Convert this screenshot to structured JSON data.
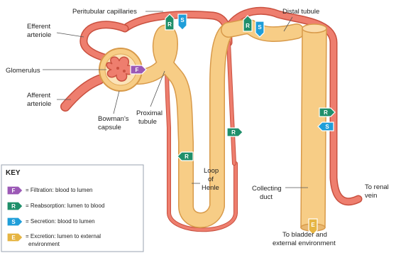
{
  "labels": {
    "peritubular_capillaries": "Peritubular capillaries",
    "distal_tubule": "Distal tubule",
    "efferent_arteriole_1": "Efferent",
    "efferent_arteriole_2": "arteriole",
    "glomerulus": "Glomerulus",
    "afferent_arteriole_1": "Afferent",
    "afferent_arteriole_2": "arteriole",
    "bowmans_capsule_1": "Bowman's",
    "bowmans_capsule_2": "capsule",
    "proximal_tubule_1": "Proximal",
    "proximal_tubule_2": "tubule",
    "loop_of_henle_1": "Loop",
    "loop_of_henle_2": "of",
    "loop_of_henle_3": "Henle",
    "collecting_duct_1": "Collecting",
    "collecting_duct_2": "duct",
    "to_renal_vein_1": "To renal",
    "to_renal_vein_2": "vein",
    "to_bladder_1": "To bladder and",
    "to_bladder_2": "external environment"
  },
  "badges": {
    "filtration": "F",
    "reabsorption": "R",
    "secretion": "S",
    "excretion": "E"
  },
  "key": {
    "title": "KEY",
    "filtration": "= Filtration: blood to lumen",
    "reabsorption": "= Reabsorption: lumen to blood",
    "secretion": "= Secretion: blood to lumen",
    "excretion_1": "= Excretion: lumen to external",
    "excretion_2": "environment"
  },
  "colors": {
    "tubule_fill": "#f7cd86",
    "tubule_edge": "#d89a4a",
    "vessel": "#ee7e6e",
    "vessel_edge": "#c9503f",
    "filtration": "#9b59b6",
    "reabsorption": "#1f8f6a",
    "secretion": "#1f9ed9",
    "excretion": "#e6b543"
  }
}
